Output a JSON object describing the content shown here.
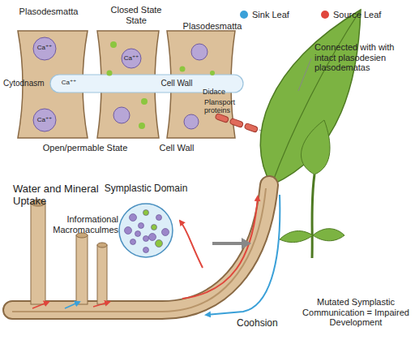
{
  "diagram": {
    "nodes": [
      {
        "text": [
          "Symplastic Domain"
        ]
      }
    ],
    "labels": [
      "Plasodesmatta",
      "Closed State State",
      "Plasodesmatta",
      "Ca⁺⁺",
      "Cytodnasm",
      "Ca⁺⁺",
      "Ca⁺⁺",
      "Ca⁺⁺",
      "Cell Wall",
      "Didace",
      "Plansport proteins",
      "Open/permable State",
      "Cell Wall",
      "Connected with with intact plasodesien plasodematas",
      "Water and Mineral Uptake",
      "Informational Macromaculmes",
      "Coohsion",
      "Mutated Symplastic Communication = Impaired Development"
    ],
    "legend": [
      {
        "text": "Sink Leaf",
        "color": "#3aa0d8"
      },
      {
        "text": "Source Leaf",
        "color": "#e0463c"
      }
    ]
  }
}
